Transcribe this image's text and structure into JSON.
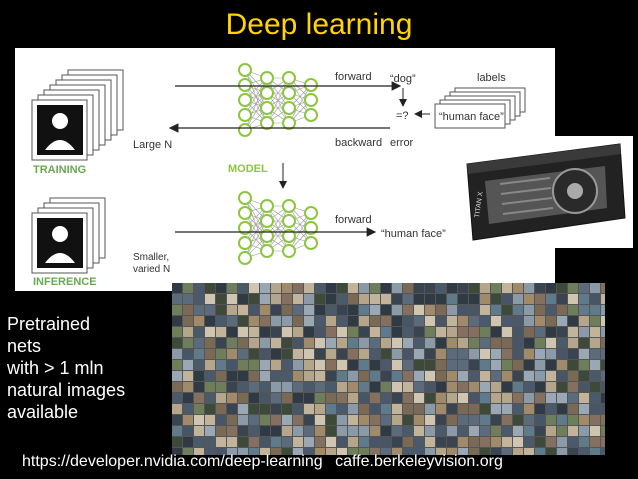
{
  "slide": {
    "title": "Deep learning"
  },
  "diagram": {
    "training_label": "TRAINING",
    "large_n_label": "Large N",
    "inference_label": "INFERENCE",
    "smaller_label_line1": "Smaller,",
    "smaller_label_line2": "varied N",
    "model_label": "MODEL",
    "forward_top": "forward",
    "backward": "backward",
    "dog_label": "“dog”",
    "compare_label": "=?",
    "error_label": "error",
    "labels_heading": "labels",
    "human_face_card": "“human face”",
    "forward_bottom": "forward",
    "human_face_output": "“human face”",
    "colors": {
      "green": "#8cc63f",
      "gray": "#9a9a9a",
      "training_green": "#6aa84f"
    }
  },
  "gpu": {
    "card_text": "TITAN X",
    "icon": "gpu-card-icon"
  },
  "side_text": {
    "lines": [
      "Pretrained",
      "nets",
      "with > 1 mln",
      "natural images",
      "available"
    ]
  },
  "footer": {
    "link1": "https://developer.nvidia.com/deep-learning",
    "link2": "caffe.berkeleyvision.org"
  },
  "colors": {
    "title": "#ffd400",
    "background": "#000000"
  }
}
